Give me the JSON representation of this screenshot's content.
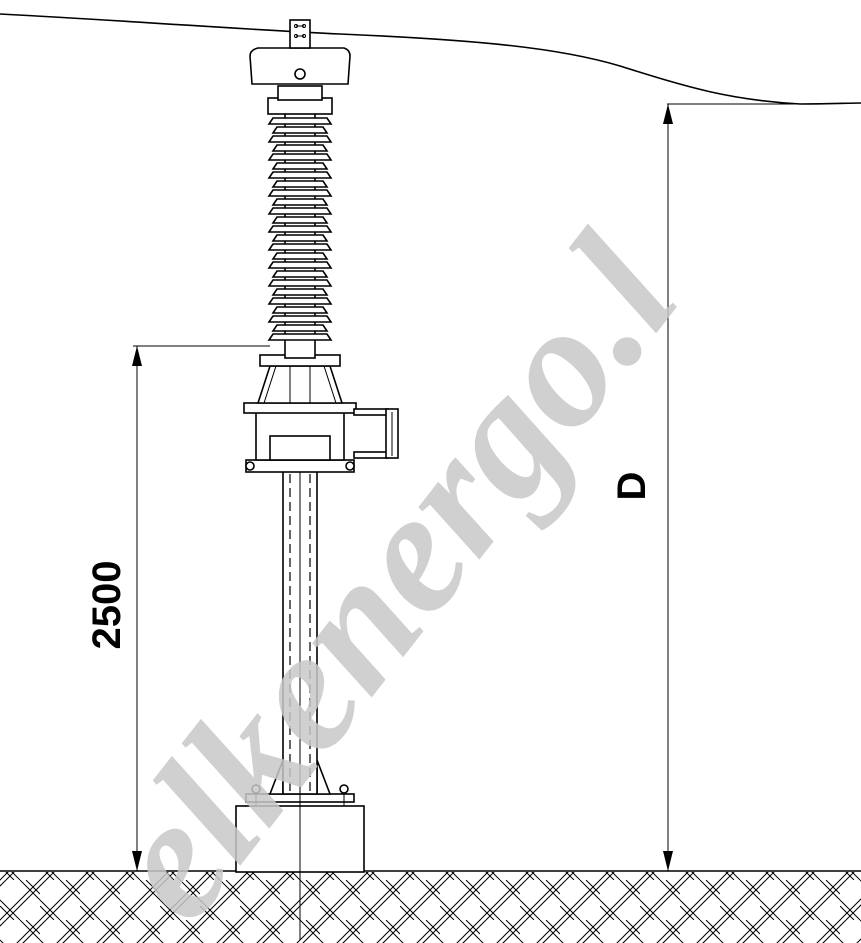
{
  "dimensions": {
    "height_label": "2500",
    "clearance_label": "D"
  },
  "watermark": {
    "text": "elkenergo.l"
  },
  "colors": {
    "line": "#000000",
    "background": "#ffffff",
    "watermark": "#c8c8c8"
  }
}
